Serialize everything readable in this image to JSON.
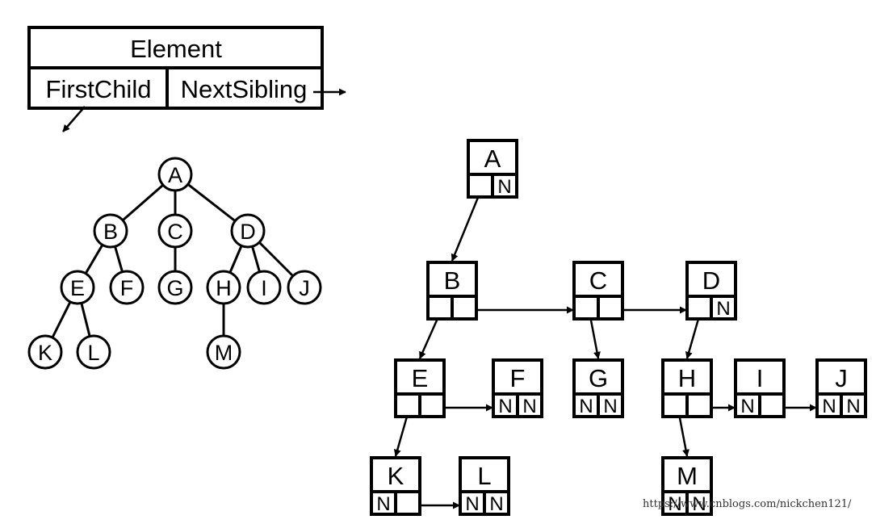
{
  "legend": {
    "element": "Element",
    "first_child": "FirstChild",
    "next_sibling": "NextSibling"
  },
  "tree": {
    "nodes": [
      {
        "id": "A",
        "label": "A"
      },
      {
        "id": "B",
        "label": "B"
      },
      {
        "id": "C",
        "label": "C"
      },
      {
        "id": "D",
        "label": "D"
      },
      {
        "id": "E",
        "label": "E"
      },
      {
        "id": "F",
        "label": "F"
      },
      {
        "id": "G",
        "label": "G"
      },
      {
        "id": "H",
        "label": "H"
      },
      {
        "id": "I",
        "label": "I"
      },
      {
        "id": "J",
        "label": "J"
      },
      {
        "id": "K",
        "label": "K"
      },
      {
        "id": "L",
        "label": "L"
      },
      {
        "id": "M",
        "label": "M"
      }
    ],
    "edges": [
      [
        "A",
        "B"
      ],
      [
        "A",
        "C"
      ],
      [
        "A",
        "D"
      ],
      [
        "B",
        "E"
      ],
      [
        "B",
        "F"
      ],
      [
        "C",
        "G"
      ],
      [
        "D",
        "H"
      ],
      [
        "D",
        "I"
      ],
      [
        "D",
        "J"
      ],
      [
        "E",
        "K"
      ],
      [
        "E",
        "L"
      ],
      [
        "H",
        "M"
      ]
    ]
  },
  "list": {
    "null_symbol": "N",
    "nodes": [
      {
        "id": "A",
        "label": "A",
        "first_child": "B",
        "next_sibling": null
      },
      {
        "id": "B",
        "label": "B",
        "first_child": "E",
        "next_sibling": "C"
      },
      {
        "id": "C",
        "label": "C",
        "first_child": "G",
        "next_sibling": "D"
      },
      {
        "id": "D",
        "label": "D",
        "first_child": "H",
        "next_sibling": null
      },
      {
        "id": "E",
        "label": "E",
        "first_child": "K",
        "next_sibling": "F"
      },
      {
        "id": "F",
        "label": "F",
        "first_child": null,
        "next_sibling": null
      },
      {
        "id": "G",
        "label": "G",
        "first_child": null,
        "next_sibling": null
      },
      {
        "id": "H",
        "label": "H",
        "first_child": "M",
        "next_sibling": "I"
      },
      {
        "id": "I",
        "label": "I",
        "first_child": null,
        "next_sibling": "J"
      },
      {
        "id": "J",
        "label": "J",
        "first_child": null,
        "next_sibling": null
      },
      {
        "id": "K",
        "label": "K",
        "first_child": null,
        "next_sibling": "L"
      },
      {
        "id": "L",
        "label": "L",
        "first_child": null,
        "next_sibling": null
      },
      {
        "id": "M",
        "label": "M",
        "first_child": null,
        "next_sibling": null
      }
    ]
  },
  "watermark": "https://www.cnblogs.com/nickchen121/"
}
